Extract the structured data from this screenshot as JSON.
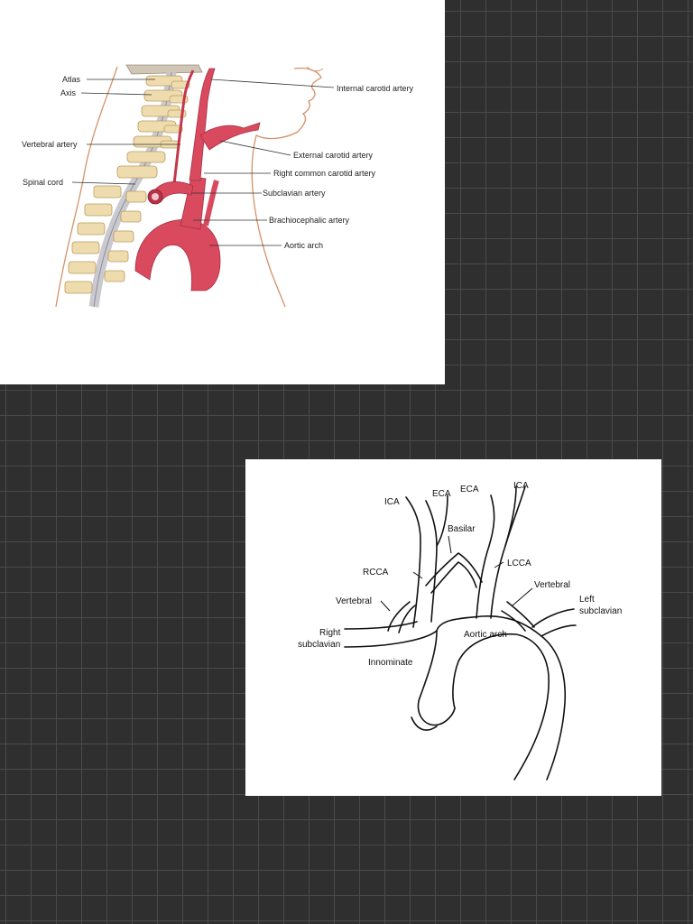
{
  "anatomy": {
    "labels": {
      "atlas": "Atlas",
      "axis": "Axis",
      "vertebral_artery": "Vertebral artery",
      "spinal_cord": "Spinal cord",
      "internal_carotid": "Internal carotid artery",
      "external_carotid": "External carotid artery",
      "right_common_carotid": "Right common carotid artery",
      "subclavian": "Subclavian artery",
      "brachiocephalic": "Brachiocephalic artery",
      "aortic_arch": "Aortic arch"
    },
    "colors": {
      "artery": "#d94a5e",
      "bone": "#efdcae",
      "skin_outline": "#d49268"
    }
  },
  "schematic": {
    "labels": {
      "ica_left": "ICA",
      "eca_left": "ECA",
      "eca_right": "ECA",
      "ica_right": "ICA",
      "basilar": "Basilar",
      "rcca": "RCCA",
      "lcca": "LCCA",
      "vertebral_left": "Vertebral",
      "vertebral_right": "Vertebral",
      "left_subclavian_1": "Left",
      "left_subclavian_2": "subclavian",
      "right_subclavian_1": "Right",
      "right_subclavian_2": "subclavian",
      "aortic_arch": "Aortic arch",
      "innominate": "Innominate"
    }
  }
}
